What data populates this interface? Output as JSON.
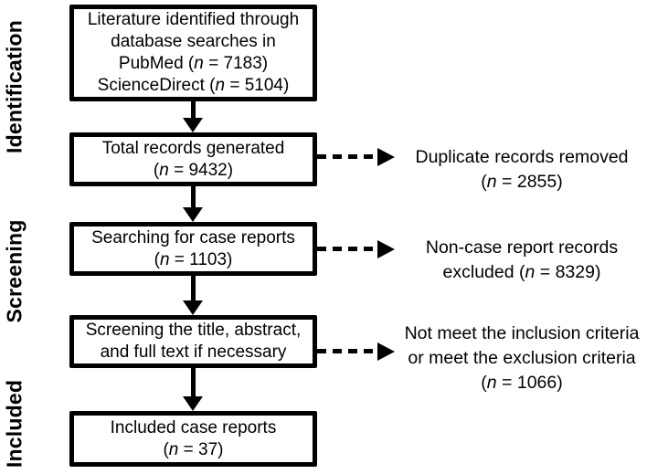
{
  "diagram": {
    "type": "prisma-flowchart",
    "colors": {
      "foreground": "#000000",
      "background": "#ffffff"
    },
    "stages": [
      {
        "label": "Identification"
      },
      {
        "label": "Screening"
      },
      {
        "label": "Included"
      }
    ],
    "boxes": [
      {
        "text": "Literature identified through\ndatabase searches in\nPubMed (n = 7183)\nScienceDirect (n = 5104)"
      },
      {
        "text": "Total records generated\n(n = 9432)"
      },
      {
        "text": "Searching for case reports\n(n = 1103)"
      },
      {
        "text": "Screening the title, abstract,\nand full text if necessary"
      },
      {
        "text": "Included case reports\n(n = 37)"
      }
    ],
    "side_notes": [
      {
        "text": "Duplicate records removed\n(n = 2855)"
      },
      {
        "text": "Non-case report records\nexcluded (n = 8329)"
      },
      {
        "text": "Not meet the inclusion criteria\nor meet the exclusion criteria\n(n = 1066)"
      }
    ]
  }
}
